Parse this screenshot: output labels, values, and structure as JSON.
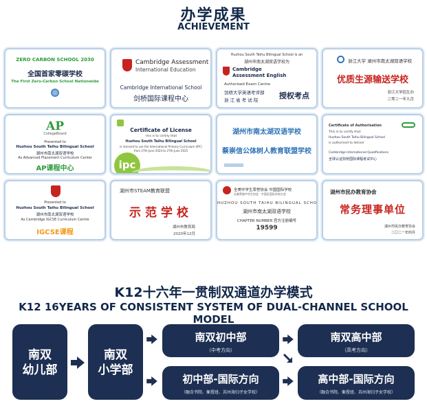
{
  "header": {
    "title_zh": "办学成果",
    "title_en": "ACHIEVEMENT"
  },
  "cards": {
    "zero_carbon": {
      "logo": "ZERO CARBON SCHOOL 2030",
      "name_zh": "全国首家零碳学校",
      "name_en": "The First Zero-Carbon School Nationwide"
    },
    "cambridge": {
      "org_line1": "Cambridge Assessment",
      "org_line2": "International Education",
      "school_en": "Cambridge International School",
      "school_zh": "剑桥国际课程中心"
    },
    "exam_centre": {
      "line1": "Huzhou South Taihu Bilingual School is an",
      "line2": "湖州市南太湖双语学校为",
      "brand": "Cambridge Assessment English",
      "line3": "Authorised Exam Centre",
      "line4": "剑桥大学英语考评部",
      "line5": "浙 江 省 考 试 院",
      "badge": "授权考点"
    },
    "university_seal": {
      "top": "浙江大学 湖州市南太湖双语学校",
      "title": "优质生源输送学校",
      "sign1": "浙江大学招生办",
      "sign2": "二零二一年九月"
    },
    "ap": {
      "logo": "AP",
      "logo_sub": "CollegeBoard",
      "line1": "Presented to",
      "line2": "Huzhou South Taihu Bilingual School",
      "line3": "湖州市南太湖双语学校",
      "line4": "As Advanced Placement Curriculum Center",
      "label": "AP课程中心"
    },
    "license": {
      "title": "Certificate of License",
      "line1": "This is to certify that",
      "line2": "Huzhou South Taihu Bilingual School",
      "line3": "is licensed to use the International Primary Curriculum (IPC)",
      "line4": "from 27th June 2024 to 27th June 2025",
      "logo": "ipc"
    },
    "alliance": {
      "school": "湖州市南太湖双语学校",
      "title": "蔡崇信公体树人教育联盟学校"
    },
    "authorisation": {
      "title": "Certificate of Authorisation",
      "line1": "This is to certify that",
      "line2": "Huzhou South Taihu Bilingual School",
      "line3": "is authorised to deliver",
      "line4": "Cambridge International Qualifications",
      "line5": "全球认证剑桥国际课程考试中心"
    },
    "igcse": {
      "line1": "Presented to",
      "line2": "Huzhou South Taihu Bilingual School",
      "line3": "湖州市南太湖双语学校",
      "line4": "As Cambridge IGCSE Curriculum Centre",
      "label": "IGCSE课程"
    },
    "steam": {
      "org": "湖州市STEAM教育联盟",
      "title": "示范学校",
      "sign1": "湖州市教育局",
      "sign2": "2020年12月"
    },
    "honor_society": {
      "top": "全美中学生荣誉协会 中国国际学校",
      "sub": "全美荣誉中学生协会 · 中国区国际学校分会",
      "school_en": "HUZHOU SOUTH TAIHU BILINGUAL SCHOOL",
      "school_zh": "湖州市南太湖双语学校",
      "chapter": "CHAPTER NUMBER 官方注册编号",
      "number": "19599"
    },
    "private_assoc": {
      "org": "湖州市民办教育协会",
      "title": "常务理事单位",
      "sign1": "湖州市民办教育协会",
      "sign2": "二〇二一年四月"
    }
  },
  "model": {
    "title_zh": "K12十六年一贯制双通道办学模式",
    "title_en": "K12 16YEARS OF CONSISTENT SYSTEM OF DUAL-CHANNEL SCHOOL MODEL",
    "kindergarten_l1": "南双",
    "kindergarten_l2": "幼儿部",
    "primary_l1": "南双",
    "primary_l2": "小学部",
    "middle_title": "南双初中部",
    "middle_sub": "（中考方向）",
    "high_title": "南双高中部",
    "high_sub": "（高考方向）",
    "middle_intl_title": "初中部-国际方向",
    "middle_intl_sub": "（融合书院、衡授班、苏州海归子女学校）",
    "high_intl_title": "高中部-国际方向",
    "high_intl_sub": "（融合书院、衡授班、苏州海归子女学校）"
  },
  "colors": {
    "navy": "#1d2f52",
    "card_border": "#b9cfe6",
    "green": "#2f9b3c",
    "red": "#c8241f",
    "orange": "#f29a1a",
    "blue": "#2d73b5"
  }
}
